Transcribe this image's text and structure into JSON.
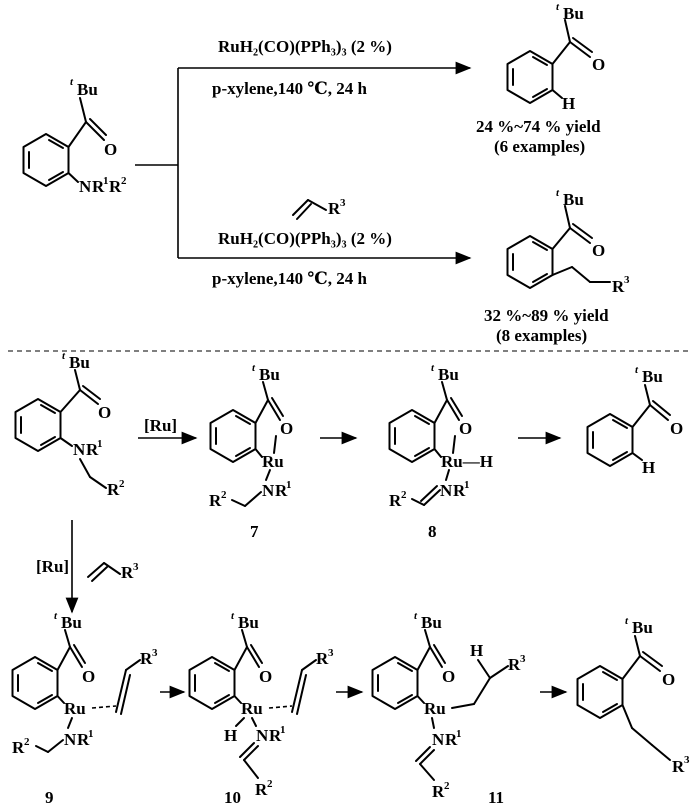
{
  "upper": {
    "reagent": "RuH₂(CO)(PPh₃)₃ (2 %)",
    "conditions": "p-xylene,140 ℃, 24 h",
    "alkene_sub": "R",
    "alkene_sup": "3",
    "yield1": "24 %~74 % yield",
    "examples1": "(6 examples)",
    "yield2": "32 %~89 % yield",
    "examples2": "(8 examples)"
  },
  "labels": {
    "tbu_t": "t",
    "tbu_bu": "Bu",
    "o": "O",
    "h": "H",
    "ru": "Ru",
    "ru_bracket": "[Ru]",
    "n": "N",
    "r": "R",
    "r1": "1",
    "r2": "2",
    "r3": "3",
    "ru_h": "Ru—H"
  },
  "compounds": {
    "c7": "7",
    "c8": "8",
    "c9": "9",
    "c10": "10",
    "c11": "11"
  }
}
